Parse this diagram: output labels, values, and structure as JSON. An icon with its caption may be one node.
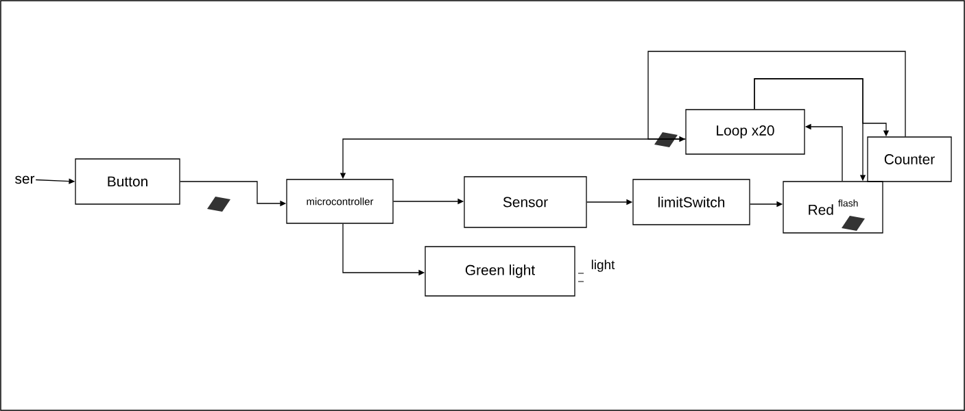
{
  "diagram": {
    "nodes": [
      {
        "text": [
          "ser"
        ]
      },
      {
        "text": [
          "Button"
        ]
      },
      {
        "text": [
          "microcontroller"
        ]
      },
      {
        "text": [
          "Sensor"
        ]
      },
      {
        "text": [
          "limitSwitch"
        ]
      },
      {
        "text": [
          "Red",
          "flash"
        ]
      },
      {
        "text": [
          "Loop x20"
        ]
      },
      {
        "text": [
          "Counter"
        ]
      },
      {
        "text": [
          "Green light"
        ],
        "beside": [
          "light"
        ]
      }
    ],
    "edges": [
      {
        "from": 0,
        "to": 1,
        "arrow": "to"
      },
      {
        "from": 1,
        "to": 2,
        "arrow": "to"
      },
      {
        "from": 2,
        "to": 3,
        "arrow": "to"
      },
      {
        "from": 3,
        "to": 4,
        "arrow": "to"
      },
      {
        "from": 4,
        "to": 5,
        "arrow": "to"
      },
      {
        "from": 2,
        "to": 8,
        "arrow": "to"
      },
      {
        "from": 6,
        "to": 2,
        "arrow": "to"
      },
      {
        "from": 5,
        "to": 6,
        "arrow": "to"
      },
      {
        "from": 6,
        "to": 5,
        "arrow": "to"
      },
      {
        "from": 6,
        "to": 7,
        "arrow": "to"
      },
      {
        "from": 7,
        "to": 6,
        "arrow": "to"
      }
    ]
  }
}
